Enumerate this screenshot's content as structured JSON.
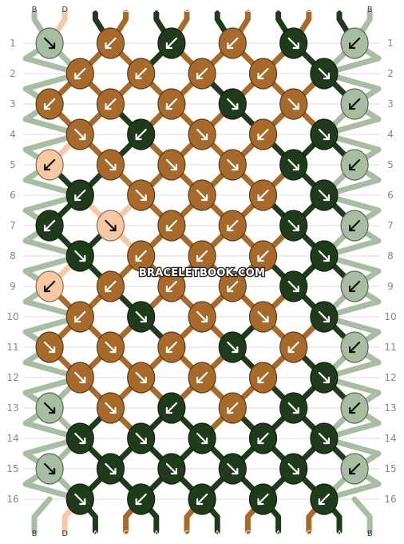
{
  "watermark": "BRACELETBOOK.COM",
  "strand_colors": {
    "A": "#1f3b1c",
    "B": "#a8bea3",
    "C": "#a86a2b",
    "D": "#f8c8a2"
  },
  "strands_top": [
    "B",
    "D",
    "A",
    "C",
    "A",
    "C",
    "A",
    "C",
    "A",
    "C",
    "A",
    "B"
  ],
  "strands_bottom": [
    "B",
    "D",
    "A",
    "C",
    "A",
    "C",
    "A",
    "C",
    "A",
    "C",
    "A",
    "B"
  ],
  "row_labels": [
    "1",
    "2",
    "3",
    "4",
    "5",
    "6",
    "7",
    "8",
    "9",
    "10",
    "11",
    "12",
    "13",
    "14",
    "15",
    "16"
  ],
  "knots": [
    [
      {
        "c": "B",
        "d": "se"
      },
      {
        "c": "C",
        "d": "sw"
      },
      {
        "c": "A",
        "d": "sw"
      },
      {
        "c": "C",
        "d": "sw"
      },
      {
        "c": "A",
        "d": "se"
      },
      {
        "c": "B",
        "d": "sw"
      }
    ],
    [
      {
        "c": "C",
        "d": "sw"
      },
      {
        "c": "C",
        "d": "sw"
      },
      {
        "c": "C",
        "d": "sw"
      },
      {
        "c": "C",
        "d": "sw"
      },
      {
        "c": "A",
        "d": "se"
      }
    ],
    [
      {
        "c": "C",
        "d": "sw"
      },
      {
        "c": "C",
        "d": "sw"
      },
      {
        "c": "C",
        "d": "sw"
      },
      {
        "c": "A",
        "d": "se"
      },
      {
        "c": "C",
        "d": "se"
      },
      {
        "c": "B",
        "d": "sw"
      }
    ],
    [
      {
        "c": "C",
        "d": "se"
      },
      {
        "c": "A",
        "d": "sw"
      },
      {
        "c": "C",
        "d": "se"
      },
      {
        "c": "C",
        "d": "sw"
      },
      {
        "c": "A",
        "d": "se"
      }
    ],
    [
      {
        "c": "D",
        "d": "sw"
      },
      {
        "c": "C",
        "d": "se"
      },
      {
        "c": "C",
        "d": "se"
      },
      {
        "c": "C",
        "d": "se"
      },
      {
        "c": "A",
        "d": "se"
      },
      {
        "c": "B",
        "d": "sw"
      }
    ],
    [
      {
        "c": "A",
        "d": "sw"
      },
      {
        "c": "C",
        "d": "se"
      },
      {
        "c": "C",
        "d": "se"
      },
      {
        "c": "C",
        "d": "sw"
      },
      {
        "c": "A",
        "d": "se"
      }
    ],
    [
      {
        "c": "A",
        "d": "sw"
      },
      {
        "c": "D",
        "d": "se"
      },
      {
        "c": "C",
        "d": "sw"
      },
      {
        "c": "C",
        "d": "sw"
      },
      {
        "c": "A",
        "d": "se"
      },
      {
        "c": "B",
        "d": "sw"
      }
    ],
    [
      {
        "c": "A",
        "d": "se"
      },
      {
        "c": "C",
        "d": "sw"
      },
      {
        "c": "C",
        "d": "sw"
      },
      {
        "c": "C",
        "d": "sw"
      },
      {
        "c": "A",
        "d": "se"
      }
    ],
    [
      {
        "c": "D",
        "d": "sw"
      },
      {
        "c": "C",
        "d": "sw"
      },
      {
        "c": "C",
        "d": "sw"
      },
      {
        "c": "C",
        "d": "sw"
      },
      {
        "c": "A",
        "d": "se"
      },
      {
        "c": "B",
        "d": "sw"
      }
    ],
    [
      {
        "c": "C",
        "d": "sw"
      },
      {
        "c": "A",
        "d": "se"
      },
      {
        "c": "C",
        "d": "se"
      },
      {
        "c": "C",
        "d": "se"
      },
      {
        "c": "A",
        "d": "se"
      }
    ],
    [
      {
        "c": "C",
        "d": "se"
      },
      {
        "c": "C",
        "d": "se"
      },
      {
        "c": "C",
        "d": "sw"
      },
      {
        "c": "A",
        "d": "se"
      },
      {
        "c": "C",
        "d": "sw"
      },
      {
        "c": "B",
        "d": "sw"
      }
    ],
    [
      {
        "c": "C",
        "d": "se"
      },
      {
        "c": "C",
        "d": "se"
      },
      {
        "c": "C",
        "d": "sw"
      },
      {
        "c": "C",
        "d": "sw"
      },
      {
        "c": "A",
        "d": "se"
      }
    ],
    [
      {
        "c": "B",
        "d": "se"
      },
      {
        "c": "C",
        "d": "se"
      },
      {
        "c": "A",
        "d": "sw"
      },
      {
        "c": "C",
        "d": "sw"
      },
      {
        "c": "A",
        "d": "se"
      },
      {
        "c": "B",
        "d": "sw"
      }
    ],
    [
      {
        "c": "A",
        "d": "se"
      },
      {
        "c": "A",
        "d": "se"
      },
      {
        "c": "A",
        "d": "se"
      },
      {
        "c": "A",
        "d": "sw"
      },
      {
        "c": "A",
        "d": "se"
      }
    ],
    [
      {
        "c": "B",
        "d": "se"
      },
      {
        "c": "A",
        "d": "se"
      },
      {
        "c": "A",
        "d": "se"
      },
      {
        "c": "A",
        "d": "se"
      },
      {
        "c": "A",
        "d": "se"
      },
      {
        "c": "B",
        "d": "sw"
      }
    ],
    [
      {
        "c": "A",
        "d": "se"
      },
      {
        "c": "A",
        "d": "sw"
      },
      {
        "c": "A",
        "d": "sw"
      },
      {
        "c": "A",
        "d": "sw"
      },
      {
        "c": "A",
        "d": "sw"
      }
    ]
  ]
}
